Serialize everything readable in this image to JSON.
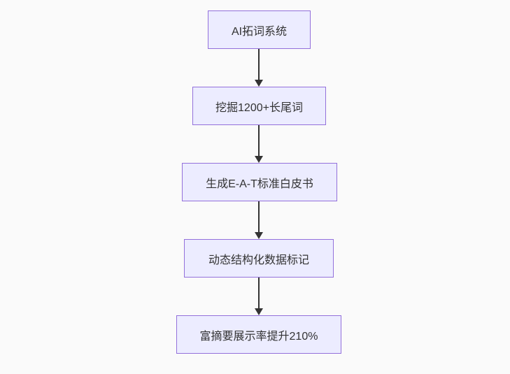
{
  "flowchart": {
    "type": "flowchart-vertical",
    "direction": "top-down",
    "nodes": [
      {
        "id": "n1",
        "label": "AI拓词系统"
      },
      {
        "id": "n2",
        "label": "挖掘1200+长尾词"
      },
      {
        "id": "n3",
        "label": "生成E-A-T标准白皮书"
      },
      {
        "id": "n4",
        "label": "动态结构化数据标记"
      },
      {
        "id": "n5",
        "label": "富摘要展示率提升210%"
      }
    ],
    "edges": [
      {
        "from": "n1",
        "to": "n2",
        "style": "arrow"
      },
      {
        "from": "n2",
        "to": "n3",
        "style": "arrow"
      },
      {
        "from": "n3",
        "to": "n4",
        "style": "arrow"
      },
      {
        "from": "n4",
        "to": "n5",
        "style": "arrow"
      }
    ],
    "colors": {
      "node_fill": "#ECECFF",
      "node_border": "#9370DB",
      "node_text": "#333333",
      "arrow": "#333333",
      "background": "#fafafa"
    }
  }
}
